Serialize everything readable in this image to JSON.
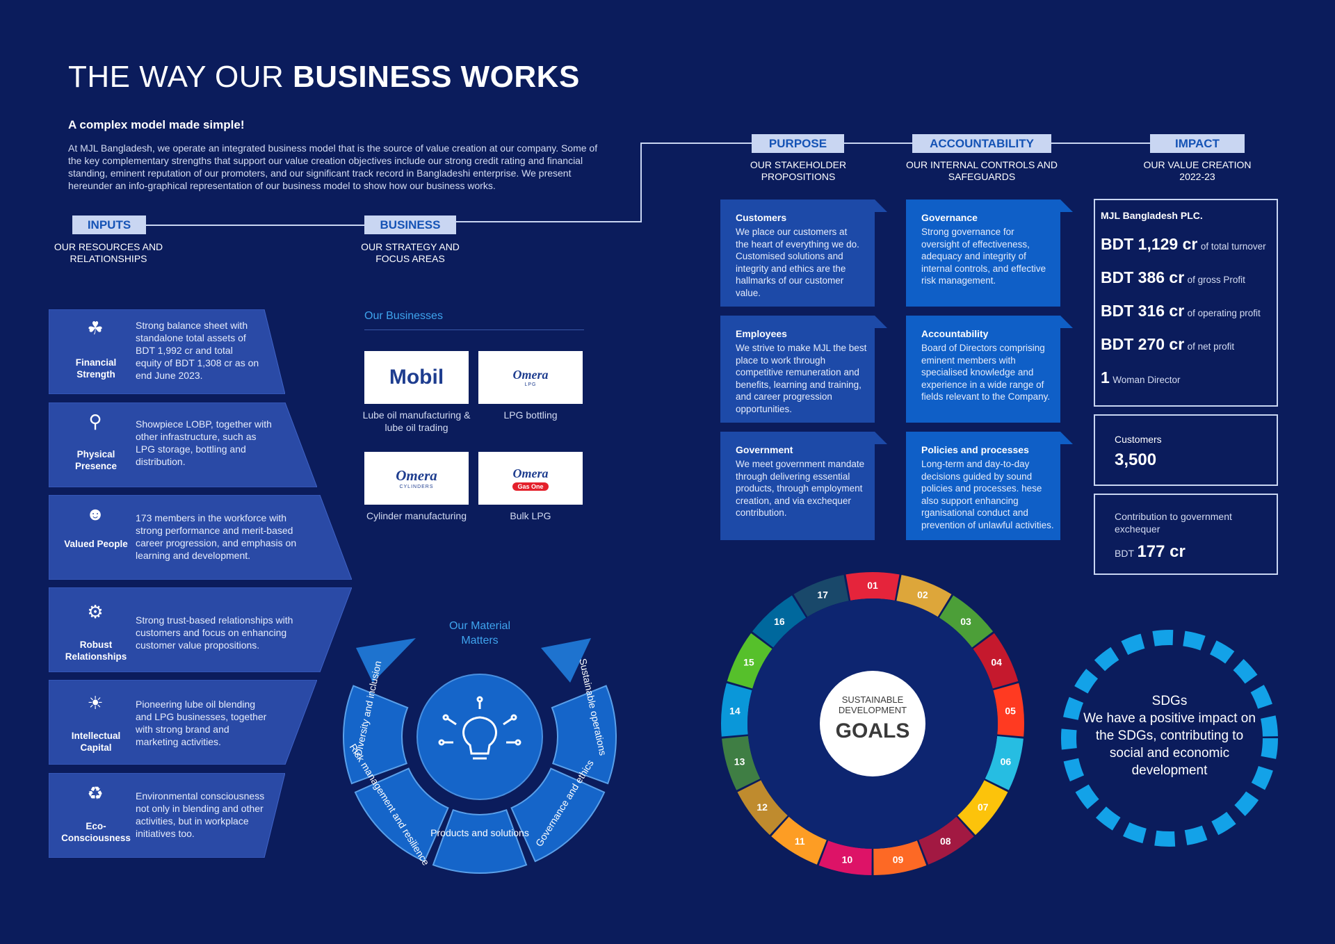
{
  "header": {
    "title_light": "THE WAY OUR ",
    "title_bold": "BUSINESS WORKS",
    "subtitle": "A complex model made simple!",
    "intro": "At MJL Bangladesh, we operate an integrated business model that is the source of value creation at our company. Some of the key complementary strengths that support our value creation objectives include our strong credit rating and financial standing, eminent reputation of our promoters, and our significant track record in Bangladeshi enterprise. We present hereunder an info-graphical representation of our business model to show how our business works."
  },
  "flow": {
    "inputs": {
      "label": "INPUTS",
      "sub": "OUR RESOURCES AND RELATIONSHIPS"
    },
    "business": {
      "label": "BUSINESS",
      "sub": "OUR STRATEGY AND FOCUS AREAS"
    },
    "purpose": {
      "label": "PURPOSE",
      "sub": "OUR STAKEHOLDER PROPOSITIONS"
    },
    "accountability": {
      "label": "ACCOUNTABILITY",
      "sub": "OUR INTERNAL CONTROLS AND SAFEGUARDS"
    },
    "impact": {
      "label": "IMPACT",
      "sub": "OUR VALUE CREATION 2022-23"
    }
  },
  "inputs": [
    {
      "icon": "plant-money-icon",
      "label": "Financial Strength",
      "text": "Strong balance sheet with standalone total assets of BDT 1,992 cr and total equity of BDT 1,308 cr as on end June 2023."
    },
    {
      "icon": "location-pin-icon",
      "label": "Physical Presence",
      "text": "Showpiece LOBP, together with other infrastructure, such as LPG storage, bottling and distribution."
    },
    {
      "icon": "people-hand-icon",
      "label": "Valued People",
      "text": "173 members in the workforce with strong performance and merit-based career progression, and emphasis on learning and development."
    },
    {
      "icon": "handshake-gear-icon",
      "label": "Robust Relationships",
      "text": "Strong trust-based relationships with customers and focus on enhancing customer value propositions."
    },
    {
      "icon": "head-bulb-icon",
      "label": "Intellectual Capital",
      "text": "Pioneering lube oil blending and LPG businesses, together with strong brand and marketing activities."
    },
    {
      "icon": "globe-hands-icon",
      "label": "Eco-Consciousness",
      "text": "Environmental consciousness not only in blending and other activities, but in workplace initiatives too."
    }
  ],
  "businesses": {
    "heading": "Our Businesses",
    "items": [
      {
        "logo": "Mobil",
        "logo_sub": "",
        "caption": "Lube oil manufacturing & lube oil trading"
      },
      {
        "logo": "Omera",
        "logo_sub": "LPG",
        "caption": "LPG bottling"
      },
      {
        "logo": "Omera",
        "logo_sub": "CYLINDERS",
        "caption": "Cylinder manufacturing"
      },
      {
        "logo": "Omera",
        "logo_sub": "Gas One",
        "caption": "Bulk LPG"
      }
    ]
  },
  "material_matters": {
    "heading": "Our Material Matters",
    "segments": [
      "Diversity and inclusion",
      "Risk management and resilience",
      "Products and solutions",
      "Governance and ethics",
      "Sustainable operations"
    ]
  },
  "purpose": [
    {
      "title": "Customers",
      "text": "We place our customers at the heart of everything we do. Customised solutions and integrity and ethics are the hallmarks of our customer value."
    },
    {
      "title": "Employees",
      "text": "We strive to make MJL the best place to work through competitive remuneration and benefits, learning and training, and career progression opportunities."
    },
    {
      "title": "Government",
      "text": "We meet government mandate through delivering essential products, through employment creation, and via exchequer contribution."
    }
  ],
  "accountability": [
    {
      "title": "Governance",
      "text": "Strong governance for oversight of effectiveness, adequacy and integrity of internal controls, and effective risk management."
    },
    {
      "title": "Accountability",
      "text": "Board of Directors comprising eminent members with specialised knowledge and experience in a wide range of fields relevant to the Company."
    },
    {
      "title": "Policies and processes",
      "text": "Long-term and day-to-day decisions guided by sound policies and processes. hese also support enhancing rganisational conduct and prevention of unlawful activities."
    }
  ],
  "impact": {
    "company": "MJL Bangladesh PLC.",
    "kpis": [
      {
        "prefix": "BDT ",
        "value": "1,129 cr",
        "desc": "of total turnover"
      },
      {
        "prefix": "BDT ",
        "value": "386 cr",
        "desc": "of gross Profit"
      },
      {
        "prefix": "BDT ",
        "value": "316 cr",
        "desc": "of operating profit"
      },
      {
        "prefix": "BDT ",
        "value": "270 cr",
        "desc": "of net profit"
      },
      {
        "prefix": "",
        "value": "1",
        "desc": "Woman Director"
      }
    ],
    "customers_label": "Customers",
    "customers_value": "3,500",
    "contribution_label": "Contribution to government exchequer",
    "contribution_prefix": "BDT",
    "contribution_value": "177 cr"
  },
  "sdg": {
    "center_top": "SUSTAINABLE DEVELOPMENT",
    "center_big": "GOALS",
    "numbers": [
      "01",
      "02",
      "03",
      "04",
      "05",
      "06",
      "07",
      "08",
      "09",
      "10",
      "11",
      "12",
      "13",
      "14",
      "15",
      "16",
      "17"
    ],
    "colors": [
      "#e5243b",
      "#dda63a",
      "#4c9f38",
      "#c5192d",
      "#ff3a21",
      "#26bde2",
      "#fcc30b",
      "#a21942",
      "#fd6925",
      "#dd1367",
      "#fd9d24",
      "#bf8b2e",
      "#3f7e44",
      "#0a97d9",
      "#56c02b",
      "#00689d",
      "#19486a"
    ],
    "statement_title": "SDGs",
    "statement": "We have a positive impact on the SDGs, contributing to social and economic development"
  }
}
